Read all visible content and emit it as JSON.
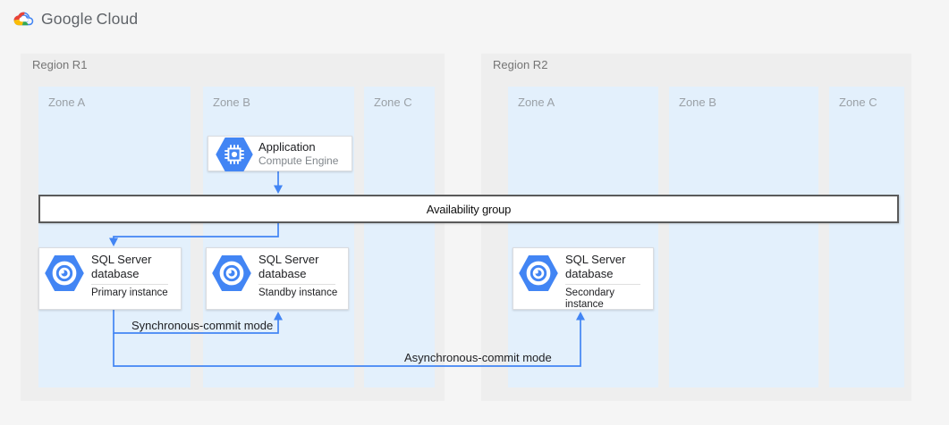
{
  "logo": {
    "brand": "Google",
    "product": "Cloud"
  },
  "regions": [
    {
      "label": "Region R1",
      "zones": [
        {
          "label": "Zone A"
        },
        {
          "label": "Zone B"
        },
        {
          "label": "Zone C"
        }
      ]
    },
    {
      "label": "Region R2",
      "zones": [
        {
          "label": "Zone A"
        },
        {
          "label": "Zone B"
        },
        {
          "label": "Zone C"
        }
      ]
    }
  ],
  "nodes": {
    "application": {
      "title": "Application",
      "subtitle": "Compute Engine",
      "icon": "compute-engine-icon"
    },
    "availability_group": {
      "label": "Availability group"
    },
    "sql_primary": {
      "title": "SQL Server database",
      "subtitle": "Primary instance",
      "icon": "sql-server-database-icon"
    },
    "sql_standby": {
      "title": "SQL Server database",
      "subtitle": "Standby instance",
      "icon": "sql-server-database-icon"
    },
    "sql_secondary": {
      "title": "SQL Server database",
      "subtitle": "Secondary instance",
      "icon": "sql-server-database-icon"
    }
  },
  "connections": {
    "sync": {
      "label": "Synchronous-commit mode"
    },
    "async": {
      "label": "Asynchronous-commit mode"
    }
  },
  "colors": {
    "arrow": "#4285f4",
    "hexagon": "#4285f4",
    "zone_bg": "#e3f0fc",
    "region_bg": "#eeeeee",
    "google_red": "#ea4335",
    "google_blue": "#4285f4",
    "google_yellow": "#fbbc05",
    "google_green": "#34a853"
  }
}
